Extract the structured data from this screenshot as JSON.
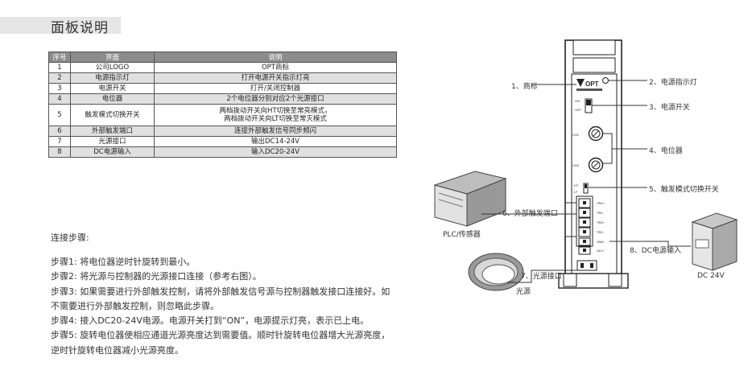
{
  "page": {
    "title": "面板说明"
  },
  "table": {
    "headers": [
      "序号",
      "界面",
      "说明"
    ],
    "rows": [
      {
        "no": "1",
        "interface": "公司LOGO",
        "desc": "OPT商标",
        "desc2": ""
      },
      {
        "no": "2",
        "interface": "电源指示灯",
        "desc": "打开电源开关指示灯亮",
        "desc2": ""
      },
      {
        "no": "3",
        "interface": "电源开关",
        "desc": "打开/关闭控制器",
        "desc2": ""
      },
      {
        "no": "4",
        "interface": "电位器",
        "desc": "2个电位器分别对应2个光源接口",
        "desc2": ""
      },
      {
        "no": "5",
        "interface": "触发模式切换开关",
        "desc": "两档拨动开关向HT切换至常亮模式，",
        "desc2": "两档拨动开关向LT切换至常灭模式"
      },
      {
        "no": "6",
        "interface": "外部触发端口",
        "desc": "连接外部触发信号同步频闪",
        "desc2": ""
      },
      {
        "no": "7",
        "interface": "光源接口",
        "desc": "输出DC14-24V",
        "desc2": ""
      },
      {
        "no": "8",
        "interface": "DC电源输入",
        "desc": "输入DC20-24V",
        "desc2": ""
      }
    ]
  },
  "steps": {
    "title": "连接步骤:",
    "items": [
      "步骤1: 将电位器逆时针旋转到最小。",
      "步骤2: 将光源与控制器的光源接口连接（参考右图）。",
      "步骤3: 如果需要进行外部触发控制，请将外部触发信号源与控制器触发接口连接好。如不需要进行外部触发控制，则忽略此步骤。",
      "步骤4: 接入DC20-24V电源。电源开关打到“ON”，电源提示灯亮，表示已上电。",
      "步骤5: 旋转电位器使相应通道光源亮度达到需要值。顺时针旋转电位器增大光源亮度，逆时针旋转电位器减小光源亮度。"
    ]
  },
  "diagram": {
    "callouts": {
      "logo": "1、商标",
      "power_led": "2、电源指示灯",
      "power_switch": "3、电源开关",
      "potentiometer": "4、电位器",
      "trigger_mode": "5、触发模式切换开关",
      "ext_trigger": "6、外部触发端口",
      "light_port": "7、光源接口",
      "dc_input": "8、DC电源输入"
    },
    "device_labels": {
      "plc": "PLC/传感器",
      "light": "光源",
      "power": "DC 24V"
    },
    "panel_text": {
      "brand": "OPT",
      "on": "ON",
      "off": "OFF",
      "ch1": "CH1",
      "ch2": "CH2",
      "ht": "HT",
      "lt": "LT",
      "t1": "TR1+",
      "t2": "TR1-",
      "t3": "TR2+",
      "t4": "TR2-",
      "gnd": "GND",
      "v24": "24V+"
    }
  }
}
